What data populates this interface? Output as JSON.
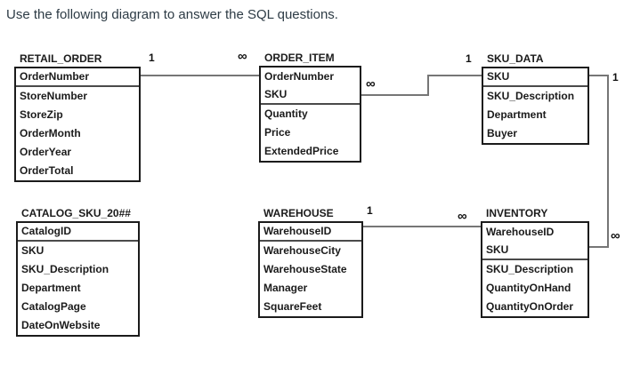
{
  "instruction": "Use the following diagram to answer the SQL questions.",
  "tables": [
    {
      "title": "RETAIL_ORDER",
      "rows": [
        "OrderNumber",
        "StoreNumber",
        "StoreZip",
        "OrderMonth",
        "OrderYear",
        "OrderTotal"
      ]
    },
    {
      "title": "ORDER_ITEM",
      "rows": [
        "OrderNumber",
        "SKU",
        "Quantity",
        "Price",
        "ExtendedPrice"
      ]
    },
    {
      "title": "SKU_DATA",
      "rows": [
        "SKU",
        "SKU_Description",
        "Department",
        "Buyer"
      ]
    },
    {
      "title": "CATALOG_SKU_20##",
      "rows": [
        "CatalogID",
        "SKU",
        "SKU_Description",
        "Department",
        "CatalogPage",
        "DateOnWebsite"
      ]
    },
    {
      "title": "WAREHOUSE",
      "rows": [
        "WarehouseID",
        "WarehouseCity",
        "WarehouseState",
        "Manager",
        "SquareFeet"
      ]
    },
    {
      "title": "INVENTORY",
      "rows": [
        "WarehouseID",
        "SKU",
        "SKU_Description",
        "QuantityOnHand",
        "QuantityOnOrder"
      ]
    }
  ],
  "relationships": [
    {
      "name": "RETAIL_ORDER to ORDER_ITEM",
      "one": "1",
      "many": "∞"
    },
    {
      "name": "SKU_DATA to ORDER_ITEM",
      "one": "1",
      "many": "∞"
    },
    {
      "name": "SKU_DATA to INVENTORY",
      "one": "1",
      "many": "∞"
    },
    {
      "name": "WAREHOUSE to INVENTORY",
      "one": "1",
      "many": "∞"
    }
  ],
  "colors": {
    "instruction_text": "#2d3b45",
    "table_border": "#1b1b1b",
    "table_text": "#1b1b1b",
    "connector_line": "#767676"
  }
}
